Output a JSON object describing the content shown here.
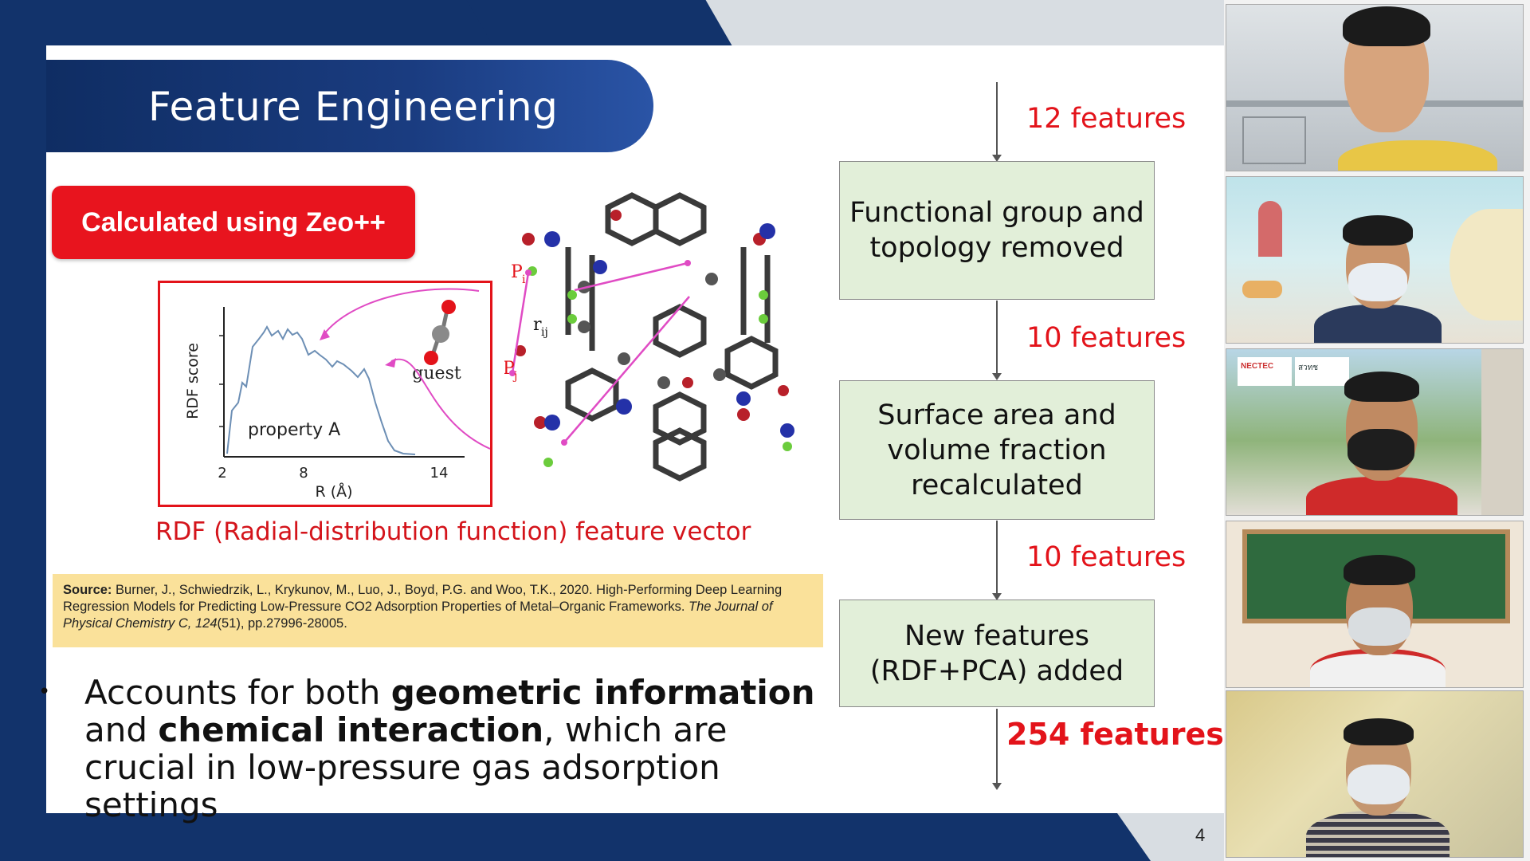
{
  "slide": {
    "title": "Feature Engineering",
    "badge": "Calculated using Zeo++",
    "rdf_plot": {
      "ylabel": "RDF score",
      "xlabel": "R (Å)",
      "ticks": [
        "2",
        "8",
        "14"
      ],
      "annotation": "property A"
    },
    "structure_labels": {
      "guest": "guest",
      "pi": "P",
      "pi_sub": "i",
      "pj": "P",
      "pj_sub": "j",
      "rij": "r",
      "rij_sub": "ij"
    },
    "rdf_caption": "RDF (Radial-distribution function) feature vector",
    "source": {
      "label": "Source:",
      "text": " Burner, J., Schwiedrzik, L., Krykunov, M., Luo, J., Boyd, P.G. and Woo, T.K., 2020. High-Performing Deep Learning Regression Models for Predicting Low-Pressure CO2 Adsorption Properties of Metal–Organic Frameworks. ",
      "journal": "The Journal of Physical Chemistry C",
      "volume": ", 124",
      "pages": "(51), pp.27996-28005."
    },
    "bullet": {
      "part1": "Accounts for both ",
      "bold1": "geometric information",
      "part2": " and ",
      "bold2": "chemical interaction",
      "part3": ", which are crucial in low-pressure gas adsorption settings"
    },
    "flow": {
      "label1": "12 features",
      "box1": "Functional group and topology removed",
      "label2": "10 features",
      "box2": "Surface area and volume fraction recalculated",
      "label3": "10 features",
      "box3": "New features (RDF+PCA) added",
      "label4": "254 features"
    },
    "page_number": "4"
  },
  "participants": {
    "tile2_sign": "NECTEC",
    "tile2_sign2": "สวทช"
  },
  "colors": {
    "accent_red": "#e3131a",
    "navy": "#12336b",
    "box_green": "#e2efd9",
    "source_yellow": "#fae19a"
  }
}
